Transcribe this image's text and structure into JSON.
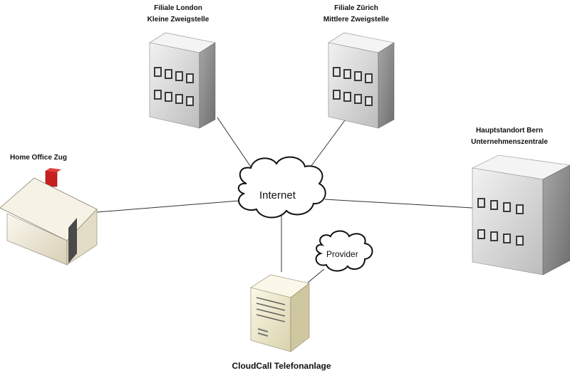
{
  "nodes": {
    "london": {
      "line1": "Filiale London",
      "line2": "Kleine Zweigstelle",
      "icon": "office-building-icon"
    },
    "zurich": {
      "line1": "Filiale Zürich",
      "line2": "Mittlere Zweigstelle",
      "icon": "office-building-icon"
    },
    "bern": {
      "line1": "Hauptstandort Bern",
      "line2": "Unternehmenszentrale",
      "icon": "office-building-icon"
    },
    "home": {
      "label": "Home Office Zug",
      "icon": "house-icon"
    },
    "cloudcall": {
      "label": "CloudCall Telefonanlage",
      "icon": "server-icon"
    }
  },
  "clouds": {
    "internet": {
      "label": "Internet",
      "icon": "cloud-icon"
    },
    "provider": {
      "label": "Provider",
      "icon": "cloud-icon"
    }
  },
  "colors": {
    "building_front": "#d9d9d9",
    "building_side": "#8c8c8c",
    "building_top": "#f0f0f0",
    "house_wall": "#f4efe2",
    "chimney": "#cc1f1f",
    "server_body": "#f3efd6",
    "line": "#333333"
  }
}
